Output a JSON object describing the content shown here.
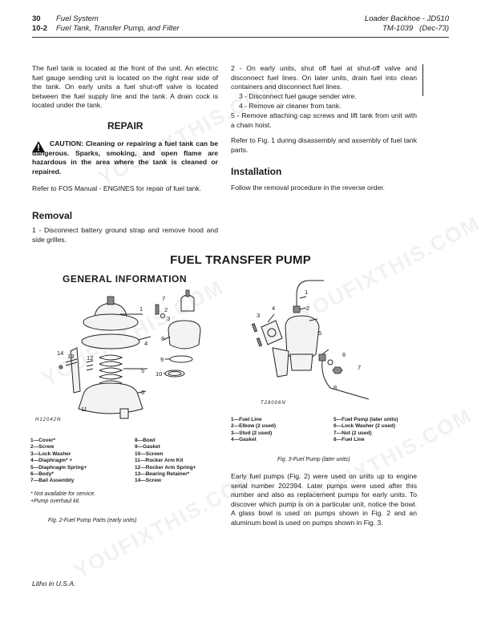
{
  "header": {
    "page_number": "30",
    "section_code": "10-2",
    "section_title": "Fuel System",
    "section_subtitle": "Fuel Tank, Transfer Pump, and Filter",
    "machine": "Loader Backhoe - JD510",
    "manual": "TM-1039   (Dec-73)"
  },
  "intro_paragraph": "The fuel tank is located at the front of the unit. An electric fuel gauge sending unit is located on the right rear side of the tank. On early units a fuel shut-off valve is located between the fuel supply line and the tank. A drain cock is located under the tank.",
  "repair": {
    "heading": "REPAIR",
    "caution": "CAUTION: Cleaning or repairing a fuel tank can be dangerous. Sparks, smoking, and open flame are hazardous in the area where the tank is cleaned or repaired.",
    "refer_text": "Refer to FOS Manual - ENGINES for repair of fuel tank."
  },
  "removal": {
    "heading": "Removal",
    "step1": "1 - Disconnect battery ground strap and remove hood and side grilles.",
    "step2": "2 - On early units, shut off fuel at shut-off valve and disconnect fuel lines. On later units, drain fuel into clean containers and disconnect fuel lines.",
    "step3": "3 - Disconnect fuel gauge sender wire.",
    "step4": "4 - Remove air cleaner from tank.",
    "step5": "5 - Remove attaching cap screws and lift tank from unit with a chain hoist.",
    "refer_fig": "Refer to Fig. 1 during disassembly and assembly of fuel tank parts."
  },
  "installation": {
    "heading": "Installation",
    "text": "Follow the removal procedure in the reverse order."
  },
  "transfer_pump": {
    "title": "FUEL TRANSFER PUMP",
    "subtitle": "GENERAL INFORMATION"
  },
  "fig2": {
    "code": "H12042N",
    "callouts": [
      "1",
      "2",
      "3",
      "4",
      "5",
      "6",
      "7",
      "8",
      "9",
      "10",
      "11",
      "12",
      "13",
      "14"
    ],
    "legend_left": [
      "1—Cover*",
      "2—Screw",
      "3—Lock Washer",
      "4—Diaphragm* +",
      "5—Diaphragm Spring+",
      "6—Body*",
      "7—Bail Assembly"
    ],
    "legend_right": [
      "8—Bowl",
      "9—Gasket",
      "10—Screen",
      "11—Rocker Arm Kit",
      "12—Rocker Arm Spring+",
      "13—Bearing Retainer*",
      "14—Screw"
    ],
    "note1": "* Not available for service.",
    "note2": "+Pump overhaul kit.",
    "caption": "Fig. 2-Fuel Pump Parts (early units)"
  },
  "fig3": {
    "code": "T28006N",
    "callouts": [
      "1",
      "2",
      "3",
      "4",
      "5",
      "6",
      "7",
      "8"
    ],
    "legend_left": [
      "1—Fuel Line",
      "2—Elbow (2 used)",
      "3—Stud (2 used)",
      "4—Gasket"
    ],
    "legend_right": [
      "5—Fuel Pump (later units)",
      "6—Lock Washer (2 used)",
      "7—Nut (2 used)",
      "8—Fuel Line"
    ],
    "caption": "Fig. 3-Fuel Pump (later units)"
  },
  "early_pumps_paragraph": "Early fuel pumps (Fig. 2) were used on units up to engine serial number 202394. Later pumps were used after this number and also as replacement pumps for early units. To discover which pump is on a particular unit, notice the bowl. A glass bowl is used on pumps shown in Fig. 2 and an aluminum bowl is used on pumps shown in Fig. 3.",
  "footer": "Litho in U.S.A.",
  "watermark": "YOUFIXTHIS.COM",
  "colors": {
    "text": "#1a1a1a",
    "watermark": "#e6e6e6"
  }
}
